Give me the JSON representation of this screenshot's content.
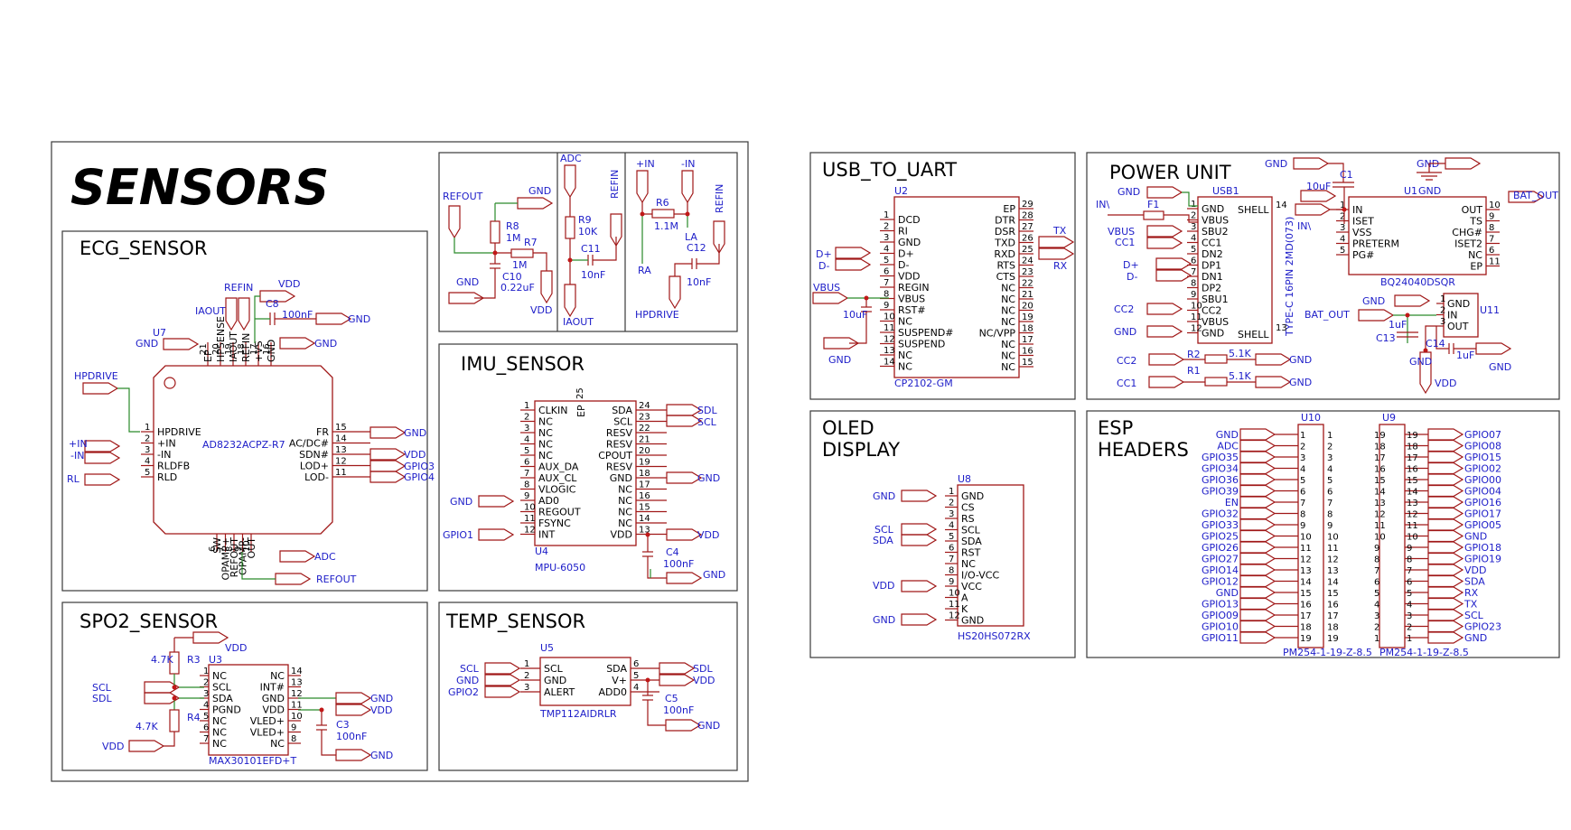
{
  "main_title": "SENSORS",
  "sheets": {
    "ecg": "ECG_SENSOR",
    "imu": "IMU_SENSOR",
    "spo2": "SPO2_SENSOR",
    "temp": "TEMP_SENSOR",
    "usb": "USB_TO_UART",
    "power": "POWER UNIT",
    "oled": [
      "OLED",
      "DISPLAY"
    ],
    "esp": [
      "ESP",
      "HEADERS"
    ]
  },
  "ecg": {
    "ref": "U7",
    "part": "AD8232ACPZ-R7",
    "top_pins": [
      "EP",
      "HPSENSE",
      "IAOUT",
      "REFIN",
      "+VS",
      "GND"
    ],
    "top_nums": [
      "21",
      "20",
      "19",
      "18",
      "17",
      "16"
    ],
    "left_pins": [
      "HPDRIVE",
      "+IN",
      "-IN",
      "RLDFB",
      "RLD"
    ],
    "left_nums": [
      "1",
      "2",
      "3",
      "4",
      "5"
    ],
    "right_pins": [
      "FR",
      "AC/DC#",
      "SDN#",
      "LOD+",
      "LOD-"
    ],
    "right_nums": [
      "15",
      "14",
      "13",
      "12",
      "11"
    ],
    "bottom_pins": [
      "SW",
      "OPAMP+",
      "REFOUT",
      "OPAMP-",
      "OUT"
    ],
    "bottom_nums": [
      "6",
      "7",
      "8",
      "9",
      "10"
    ],
    "nets_left": [
      "HPDRIVE",
      "+IN",
      "-IN",
      "RL"
    ],
    "nets_right": [
      "GND",
      "VDD",
      "GPIO3",
      "GPIO4"
    ],
    "net_refin": "REFIN",
    "net_vdd": "VDD",
    "net_iaout": "IAOUT",
    "net_gnd": "GND",
    "cap_ref": "C8",
    "cap_val": "100nF",
    "net_adc": "ADC",
    "net_refout": "REFOUT"
  },
  "filter1": {
    "net_refout": "REFOUT",
    "net_gnd": "GND",
    "net_gnd2": "GND",
    "net_vdd": "VDD",
    "r8": "R8",
    "r8v": "1M",
    "r7": "R7",
    "r7v": "1M",
    "c10": "C10",
    "c10v": "0.22uF"
  },
  "filter2": {
    "net_adc": "ADC",
    "net_refin": "REFIN",
    "net_iaout": "IAOUT",
    "r9": "R9",
    "r9v": "10K",
    "c11": "C11",
    "c11v": "10nF"
  },
  "filter3": {
    "net_pin": "+IN",
    "net_nin": "-IN",
    "net_refin": "REFIN",
    "net_hpdrive": "HPDRIVE",
    "r6": "R6",
    "r6v": "1.1M",
    "c12": "C12",
    "c12v": "10nF",
    "la": "LA",
    "ra": "RA"
  },
  "imu": {
    "ref": "U4",
    "part": "MPU-6050",
    "ep": "EP",
    "ep_num": "25",
    "left_pins": [
      "CLKIN",
      "NC",
      "NC",
      "NC",
      "NC",
      "AUX_DA",
      "AUX_CL",
      "VLOGIC",
      "AD0",
      "REGOUT",
      "FSYNC",
      "INT"
    ],
    "left_nums": [
      "1",
      "2",
      "3",
      "4",
      "5",
      "6",
      "7",
      "8",
      "9",
      "10",
      "11",
      "12"
    ],
    "right_pins": [
      "SDA",
      "SCL",
      "RESV",
      "RESV",
      "CPOUT",
      "RESV",
      "GND",
      "NC",
      "NC",
      "NC",
      "NC",
      "VDD"
    ],
    "right_nums": [
      "24",
      "23",
      "22",
      "21",
      "20",
      "19",
      "18",
      "17",
      "16",
      "15",
      "14",
      "13"
    ],
    "nets": [
      "SDL",
      "SCL",
      "GND",
      "VDD",
      "GND",
      "GPIO1",
      "GND"
    ],
    "cap_ref": "C4",
    "cap_val": "100nF"
  },
  "spo2": {
    "ref": "U3",
    "part": "MAX30101EFD+T",
    "left_pins": [
      "NC",
      "SCL",
      "SDA",
      "PGND",
      "NC",
      "NC",
      "NC"
    ],
    "left_nums": [
      "1",
      "2",
      "3",
      "4",
      "5",
      "6",
      "7"
    ],
    "right_pins": [
      "NC",
      "INT#",
      "GND",
      "VDD",
      "VLED+",
      "VLED+",
      "NC"
    ],
    "right_nums": [
      "14",
      "13",
      "12",
      "11",
      "10",
      "9",
      "8"
    ],
    "nets": [
      "VDD",
      "SCL",
      "SDL",
      "VDD",
      "GND",
      "VDD",
      "GND"
    ],
    "r3": "R3",
    "r3v": "4.7K",
    "r4": "R4",
    "r4v": "4.7K",
    "cap_ref": "C3",
    "cap_val": "100nF"
  },
  "temp": {
    "ref": "U5",
    "part": "TMP112AIDRLR",
    "left_pins": [
      "SCL",
      "GND",
      "ALERT"
    ],
    "left_nums": [
      "1",
      "2",
      "3"
    ],
    "right_pins": [
      "SDA",
      "V+",
      "ADD0"
    ],
    "right_nums": [
      "6",
      "5",
      "4"
    ],
    "nets": [
      "SCL",
      "GND",
      "GPIO2",
      "SDL",
      "VDD",
      "GND"
    ],
    "cap_ref": "C5",
    "cap_val": "100nF"
  },
  "usb": {
    "ref": "U2",
    "part": "CP2102-GM",
    "left_pins": [
      "DCD",
      "RI",
      "GND",
      "D+",
      "D-",
      "VDD",
      "REGIN",
      "VBUS",
      "RST#",
      "NC",
      "SUSPEND#",
      "SUSPEND",
      "NC",
      "NC"
    ],
    "left_nums": [
      "1",
      "2",
      "3",
      "4",
      "5",
      "6",
      "7",
      "8",
      "9",
      "10",
      "11",
      "12",
      "13",
      "14"
    ],
    "right_pins": [
      "EP",
      "DTR",
      "DSR",
      "TXD",
      "RXD",
      "RTS",
      "CTS",
      "NC",
      "NC",
      "NC",
      "NC",
      "NC/VPP",
      "NC",
      "NC",
      "NC"
    ],
    "right_nums": [
      "29",
      "28",
      "27",
      "26",
      "25",
      "24",
      "23",
      "22",
      "21",
      "20",
      "19",
      "18",
      "17",
      "16",
      "15"
    ],
    "nets": [
      "D+",
      "D-",
      "VBUS",
      "GND",
      "TX",
      "RX"
    ],
    "cap_val": "10uF"
  },
  "power": {
    "usb_ref": "USB1",
    "usb_part": "TYPE-C 16PIN 2MD(073)",
    "usb_pins": [
      "GND",
      "VBUS",
      "SBU2",
      "CC1",
      "DN2",
      "DP1",
      "DN1",
      "DP2",
      "SBU1",
      "CC2",
      "VBUS",
      "GND"
    ],
    "usb_nums": [
      "1",
      "2",
      "3",
      "4",
      "5",
      "6",
      "7",
      "8",
      "9",
      "10",
      "11",
      "12"
    ],
    "shell": [
      "SHELL",
      "SHELL"
    ],
    "shell_nums": [
      "14",
      "13"
    ],
    "u1_ref": "U1",
    "u1_part": "BQ24040DSQR",
    "u1_left": [
      "IN",
      "ISET",
      "VSS",
      "PRETERM",
      "PG#"
    ],
    "u1_left_nums": [
      "1",
      "2",
      "3",
      "4",
      "5"
    ],
    "u1_right": [
      "OUT",
      "TS",
      "CHG#",
      "ISET2",
      "NC",
      "EP"
    ],
    "u1_right_nums": [
      "10",
      "9",
      "8",
      "7",
      "6",
      "11"
    ],
    "u11_ref": "U11",
    "u11_pins": [
      "GND",
      "IN",
      "OUT"
    ],
    "u11_nums": [
      "1",
      "2",
      "3"
    ],
    "nets": [
      "GND",
      "GND",
      "GND",
      "GND",
      "IN\\",
      "VBUS",
      "CC1",
      "D+",
      "D-",
      "CC2",
      "GND",
      "IN\\",
      "BAT_OUT",
      "GND",
      "BAT_OUT",
      "GND",
      "CC2",
      "CC1",
      "GND",
      "GND",
      "VDD",
      "GND"
    ],
    "f1": "F1",
    "c1": "C1",
    "c1v": "10uF",
    "c13": "C13",
    "c13v": "1uF",
    "c14": "C14",
    "c14v": "1uF",
    "r1": "R1",
    "r1v": "5.1K",
    "r2": "R2",
    "r2v": "5.1K"
  },
  "oled": {
    "ref": "U8",
    "part": "HS20HS072RX",
    "pins": [
      "GND",
      "CS",
      "RS",
      "SCL",
      "SDA",
      "RST",
      "NC",
      "I/O-VCC",
      "VCC",
      "A",
      "K",
      "GND"
    ],
    "nums": [
      "1",
      "2",
      "3",
      "4",
      "5",
      "6",
      "7",
      "8",
      "9",
      "10",
      "11",
      "12"
    ],
    "nets": [
      "GND",
      "SCL",
      "SDA",
      "VDD",
      "GND"
    ]
  },
  "esp": {
    "u10_ref": "U10",
    "u9_ref": "U9",
    "u10_part": "PM254-1-19-Z-8.5",
    "u9_part": "PM254-1-19-Z-8.5",
    "u10_nets": [
      "GND",
      "ADC",
      "GPIO35",
      "GPIO34",
      "GPIO36",
      "GPIO39",
      "EN",
      "GPIO32",
      "GPIO33",
      "GPIO25",
      "GPIO26",
      "GPIO27",
      "GPIO14",
      "GPIO12",
      "GND",
      "GPIO13",
      "GPIO09",
      "GPIO10",
      "GPIO11"
    ],
    "u9_nets": [
      "GPIO07",
      "GPIO08",
      "GPIO15",
      "GPIO02",
      "GPIO00",
      "GPIO04",
      "GPIO16",
      "GPIO17",
      "GPIO05",
      "GND",
      "GPIO18",
      "GPIO19",
      "VDD",
      "SDA",
      "RX",
      "TX",
      "SCL",
      "GPIO23",
      "GND"
    ]
  }
}
